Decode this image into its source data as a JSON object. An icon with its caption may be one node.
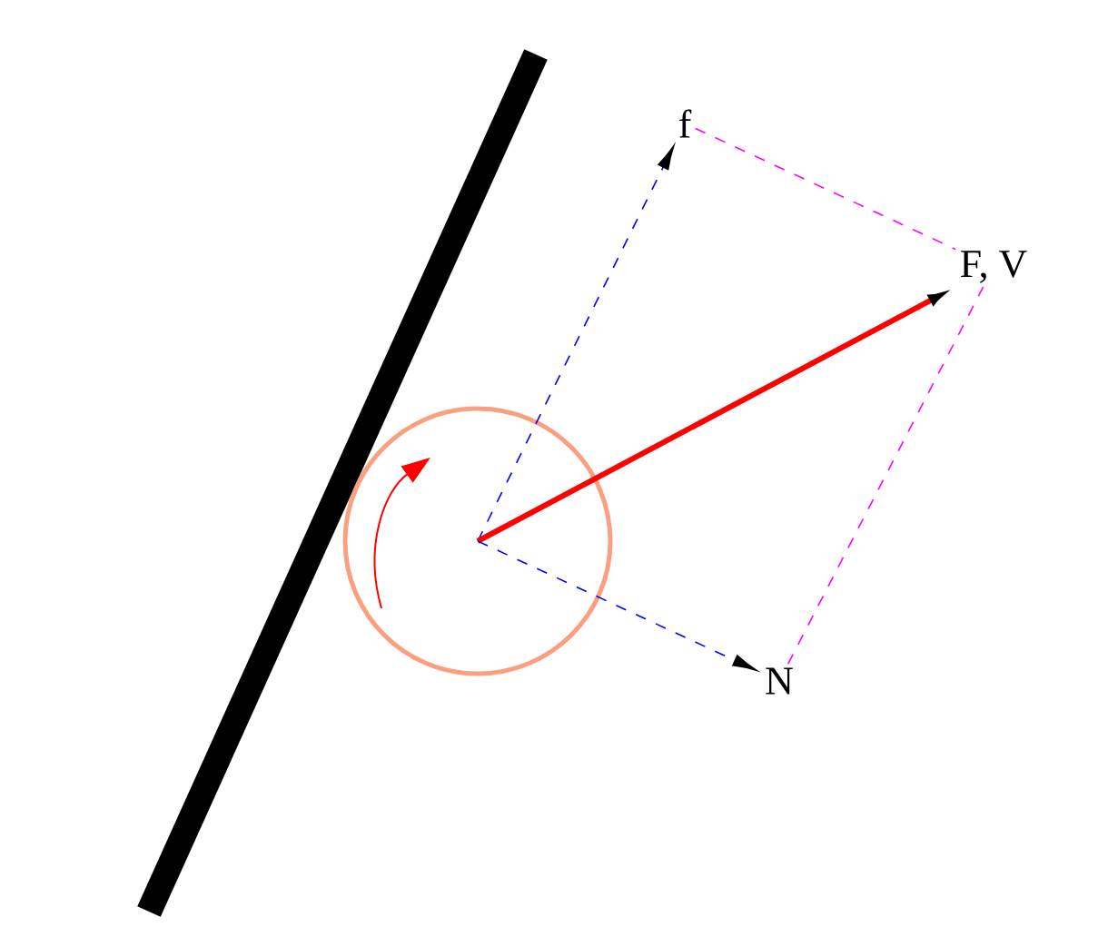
{
  "diagram": {
    "nodes": [
      {
        "text": [],
        "shape": "circle"
      },
      {
        "text": [
          "f"
        ]
      },
      {
        "text": [
          "F, V"
        ]
      },
      {
        "text": [
          "N"
        ]
      }
    ],
    "edges": [
      {
        "from": 0,
        "to": 1,
        "arrow": "to",
        "style": "dashed",
        "color": "#0000ff"
      },
      {
        "from": 0,
        "to": 2,
        "arrow": "to",
        "style": "thick",
        "color": "#ff0000"
      },
      {
        "from": 0,
        "to": 3,
        "arrow": "to",
        "style": "dashed",
        "color": "#0000ff"
      },
      {
        "from": 1,
        "to": 2,
        "arrow": "none",
        "style": "dashed",
        "color": "#ff00ff"
      },
      {
        "from": 3,
        "to": 2,
        "arrow": "none",
        "style": "dashed",
        "color": "#ff00ff"
      }
    ]
  }
}
